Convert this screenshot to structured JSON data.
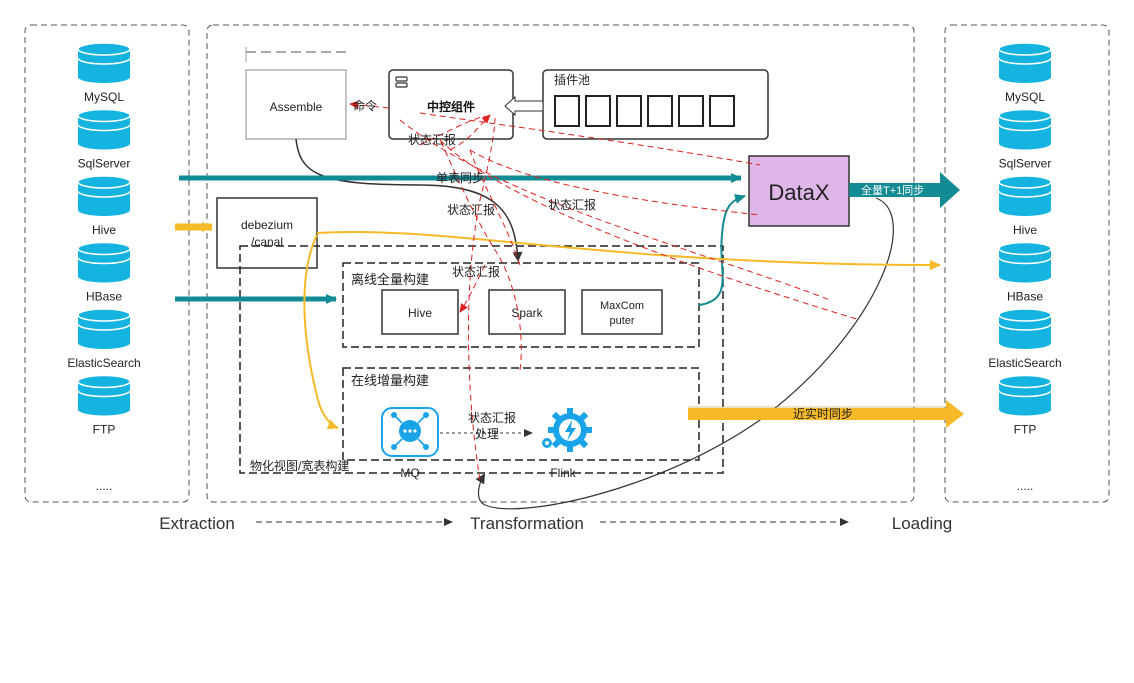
{
  "sources": {
    "items": [
      "MySQL",
      "SqlServer",
      "Hive",
      "HBase",
      "ElasticSearch",
      "FTP",
      "....."
    ]
  },
  "targets": {
    "items": [
      "MySQL",
      "SqlServer",
      "Hive",
      "HBase",
      "ElasticSearch",
      "FTP",
      "....."
    ]
  },
  "colors": {
    "cylinder": "#15b4e0",
    "teal_arrow": "#138b94",
    "yellow_arrow": "#f6b927",
    "red_dashed": "#e02020",
    "datax_fill": "#dfb6e8",
    "icon_blue": "#1aa3e8"
  },
  "components": {
    "assemble": "Assemble",
    "control": "中控组件",
    "plugin_pool": "插件池",
    "datax": "DataX",
    "debezium_line1": "debezium",
    "debezium_line2": "/canal",
    "offline_title": "离线全量构建",
    "hive": "Hive",
    "spark": "Spark",
    "maxcompute_line1": "MaxCom",
    "maxcompute_line2": "puter",
    "online_title": "在线增量构建",
    "mq": "MQ",
    "flink": "Flink",
    "materialized": "物化视图/宽表构建"
  },
  "labels": {
    "command": "命令",
    "status_report": "状态汇报",
    "single_table_sync": "单表同步",
    "full_sync": "全量T+1同步",
    "realtime_sync": "近实时同步",
    "process": "处理"
  },
  "stages": {
    "extraction": "Extraction",
    "transformation": "Transformation",
    "loading": "Loading"
  }
}
